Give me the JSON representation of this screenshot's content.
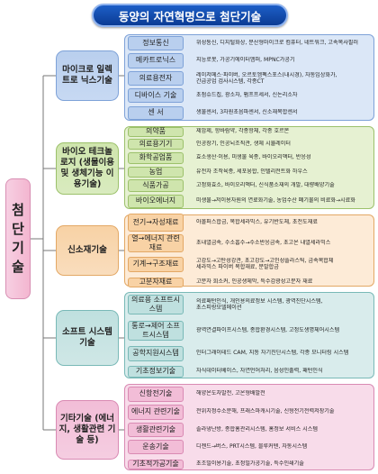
{
  "title": "동양의 자연혁명으로 첨단기술",
  "root": "첨단기술",
  "colors": {
    "banner": "#1a56bd",
    "blue_bg": "#dbe7f7",
    "blue_box": "#b9cfee",
    "blue_sub": "#c7d9f3",
    "green_bg": "#e6f1d2",
    "green_box": "#cfe5ad",
    "green_sub": "#d9ebbf",
    "orange_bg": "#fdebd7",
    "orange_box": "#f8d2a5",
    "orange_sub": "#f9ddbd",
    "teal_bg": "#d9ecec",
    "teal_box": "#bfe0df",
    "teal_sub": "#cfe7e6",
    "pink_bg": "#f8dcea",
    "pink_box": "#f2bdd7",
    "pink_sub": "#f5cde1"
  },
  "categories": [
    {
      "label": "마이크로 일렉트로 닉스기술",
      "items": [
        {
          "name": "정보통신",
          "desc": [
            "위성통신, 디지털화상, 분산형마이크로 컴퓨터, 네트워크, 고속복사필러"
          ]
        },
        {
          "name": "메카트로닉스",
          "desc": [
            "지능로봇, 가공기에이터엠퍼, MPNC가공기"
          ]
        },
        {
          "name": "의료용전자",
          "desc": [
            "레이저메스·파이버, 오르토엠펙스포스(내시경), 자동임상화가,",
            "간급공업 검사시스템, 각종CT"
          ]
        },
        {
          "name": "디바이스 기술",
          "desc": [
            "초점슈드칩, 광소자, 펌프프세서, 신논리소자"
          ]
        },
        {
          "name": "센 서",
          "desc": [
            "생물센서, 3차원초음파센서, 신소재복합센서"
          ]
        }
      ]
    },
    {
      "label": "바이오 테크놀로지 (생물이용 및 생체기능 이용기술)",
      "items": [
        {
          "name": "의약품",
          "desc": [
            "제암제, 항바람약, 각종항체, 각종 호르몬"
          ]
        },
        {
          "name": "의료용기기",
          "desc": [
            "인공장기, 인공뇌조직관, 생체 시뮬레이터"
          ]
        },
        {
          "name": "화학공업품",
          "desc": [
            "효소생산·이용, 미생물 육종, 바이오리액터, 반응성"
          ]
        },
        {
          "name": "농업",
          "desc": [
            "유전자 조작육종, 세포융합, 인텔리전트화 하우스"
          ]
        },
        {
          "name": "식품가공",
          "desc": [
            "고정화효소, 바이오리액터, 신식품소재의 개발, 대량배양기술"
          ]
        },
        {
          "name": "바이오에너지",
          "desc": [
            "미생물→저이용자원의 연료화기술, 농업수산 폐기물의 비료화→시료화"
          ]
        }
      ]
    },
    {
      "label": "신소재기술",
      "items": [
        {
          "name": "전기→자성재료",
          "desc": [
            "아몰퍼스합금, 복합세라믹스, 유기반도체, 초전도재료"
          ]
        },
        {
          "name": "열→에너지 관련재료",
          "desc": [
            "초내열금속, 수소흡수→수소반응금속, 초고온 내열세라믹스"
          ]
        },
        {
          "name": "기계→구조재료",
          "desc": [
            "고강도→고탄성강관, 초고강도→고인성플라스틱, 금속복합체",
            "세라믹스 파이버 복합재료, 분말합금"
          ]
        },
        {
          "name": "고분자재료",
          "desc": [
            "고분자 희소커, 인공생체막, 특수감광성고분자 재료"
          ]
        }
      ]
    },
    {
      "label": "소프트 시스템기술",
      "items": [
        {
          "name": "의료용 소프트시스템",
          "desc": [
            "의료패턴인식, 개인용의료정보 시스템, 광역진단시스템,",
            "초스피랑모델메이션"
          ]
        },
        {
          "name": "통로→제어 소프트시스템",
          "desc": [
            "광역연결파이프시스템, 종합환경시스템, 고정도생명체어시스템"
          ]
        },
        {
          "name": "공학지원시스템",
          "desc": [
            "인터그래이테드 CAM, 지동 자기진단시스템, 각종 모니터링 시스템"
          ]
        },
        {
          "name": "기초정보기술",
          "desc": [
            "자식데이터베이스, 자연언어처리, 음성인출력, 패턴인식"
          ]
        }
      ]
    },
    {
      "label": "기타기술 (에너지, 생활관련 기술 등)",
      "items": [
        {
          "name": "신항전기술",
          "desc": [
            "해양온도차발전, 고온형배발전"
          ]
        },
        {
          "name": "에너지 관련기술",
          "desc": [
            "전위치정수소분해, 프래스마캐시기술, 신형전기전력저장기술"
          ]
        },
        {
          "name": "생활관련기술",
          "desc": [
            "솔라냉난방, 종합홈관리시스템, 홈정보 서비스 시스템"
          ]
        },
        {
          "name": "운송기술",
          "desc": [
            "디젠드→버스, PRT시스템, 블루커텐, 자동시스템"
          ]
        },
        {
          "name": "기초적가공기술",
          "desc": [
            "초조밀이용기술, 초정밀가공기술, 특수인쇄기술"
          ]
        }
      ]
    }
  ]
}
